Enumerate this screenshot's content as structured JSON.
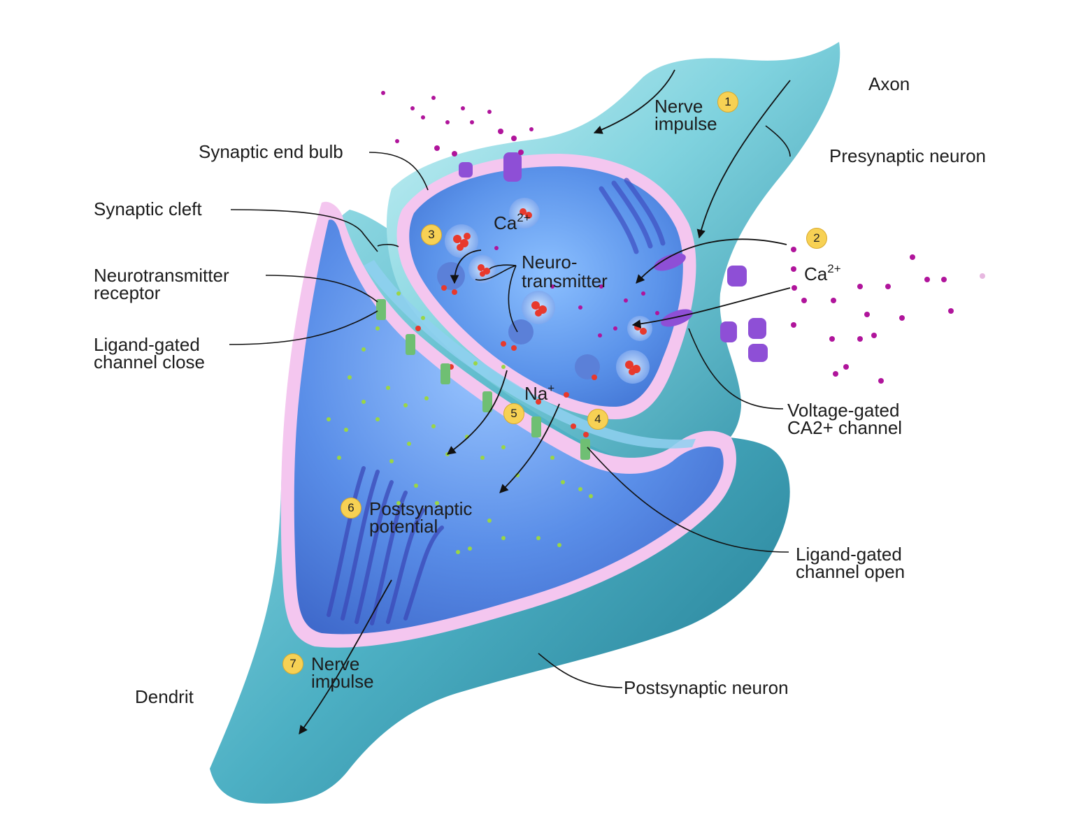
{
  "labels": {
    "axon": "Axon",
    "nerve_impulse_top_1": "Nerve",
    "nerve_impulse_top_2": "impulse",
    "presynaptic_neuron": "Presynaptic neuron",
    "synaptic_end_bulb": "Synaptic end bulb",
    "synaptic_cleft": "Synaptic cleft",
    "ca_inner": "Ca",
    "ca_outer": "Ca",
    "ca_charge": "2+",
    "neurotransmitter_receptor": "Neurotransmitter\nreceptor",
    "neurotransmitter_1": "Neuro-",
    "neurotransmitter_2": "transmitter",
    "ligand_gated_close": "Ligand-gated\nchannel close",
    "na": "Na",
    "na_charge": "+",
    "voltage_gated": "Voltage-gated\nCA2+ channel",
    "postsynaptic_potential_1": "Postsynaptic",
    "postsynaptic_potential_2": "potential",
    "ligand_gated_open": "Ligand-gated\nchannel open",
    "nerve_impulse_bottom_1": "Nerve",
    "nerve_impulse_bottom_2": "impulse",
    "dendrit": "Dendrit",
    "postsynaptic_neuron": "Postsynaptic neuron"
  },
  "steps": [
    "1",
    "2",
    "3",
    "4",
    "5",
    "6",
    "7"
  ],
  "colors": {
    "neuron_outer": "#4fb8c9",
    "neuron_light": "#bfeef3",
    "interior": "#5f96e6",
    "membrane": "#f2c4ee",
    "calcium": "#b0149b",
    "sodium": "#9ad644",
    "transmitter": "#e8392c",
    "channel": "#8e4fd6",
    "receptor": "#6fbf73",
    "badge": "#f7d154"
  }
}
